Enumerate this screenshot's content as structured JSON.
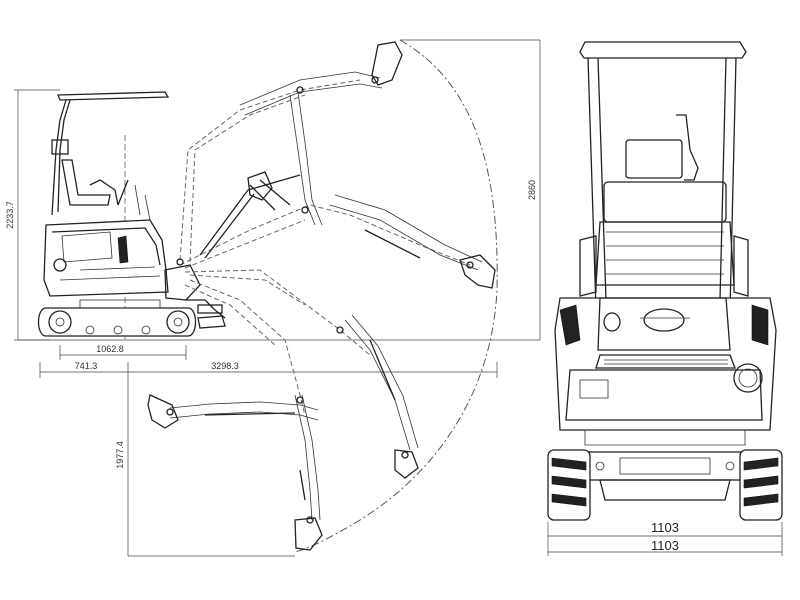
{
  "side_view": {
    "dims": {
      "height_total": "2233.7",
      "max_height_arc": "2860",
      "track_length": "1062.8",
      "front_offset": "741.3",
      "max_reach": "3298.3",
      "dig_depth": "1977.4"
    }
  },
  "front_view": {
    "dims": {
      "track_width": "1103",
      "overall_width": "1103"
    }
  }
}
